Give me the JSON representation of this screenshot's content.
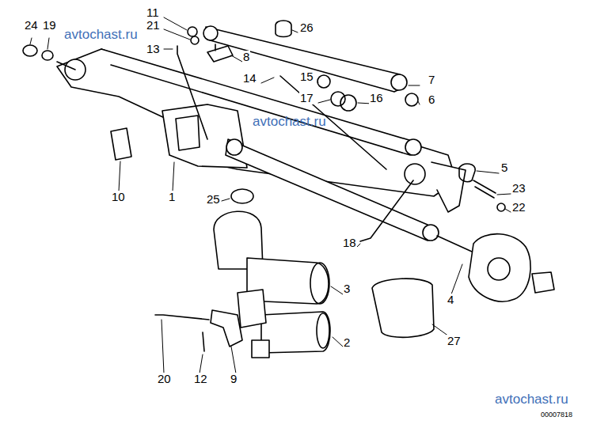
{
  "diagram": {
    "labels": [
      "24",
      "19",
      "avtochast.ru",
      "11",
      "21",
      "13",
      "8",
      "26",
      "14",
      "15",
      "7",
      "17",
      "16",
      "6",
      "10",
      "1",
      "5",
      "25",
      "23",
      "22",
      "3",
      "18",
      "4",
      "27",
      "2",
      "20",
      "12",
      "9",
      "avtochast.ru",
      "avtochast.ru",
      "00007818"
    ]
  }
}
